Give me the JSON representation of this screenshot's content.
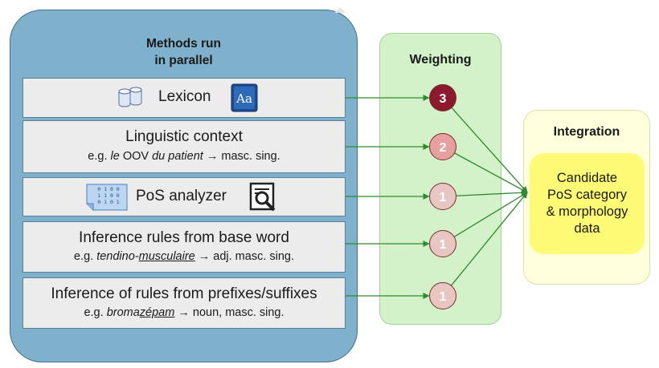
{
  "methods_panel": {
    "title_line1": "Methods run",
    "title_line2": "in parallel"
  },
  "methods": [
    {
      "label": "Lexicon"
    },
    {
      "label": "Linguistic context",
      "example_prefix": "e.g. ",
      "example_em1": "le",
      "example_mid": " OOV ",
      "example_em2": "du patient",
      "example_suffix": " → masc. sing."
    },
    {
      "label": "PoS analyzer",
      "binary_rows": [
        "0 1 0 0",
        "1 1 0 0",
        "0 1 0 1"
      ]
    },
    {
      "label": "Inference rules from base word",
      "example_prefix": "e.g. ",
      "example_em1": "tendino-",
      "example_em_ul": "musculaire",
      "example_suffix": " → adj. masc. sing."
    },
    {
      "label": "Inference of rules from prefixes/suffixes",
      "example_prefix": "e.g. ",
      "example_em1": "broma",
      "example_em_ul": "zépam",
      "example_suffix": " → noun, masc. sing."
    }
  ],
  "weighting": {
    "title": "Weighting",
    "weights": [
      {
        "value": "3",
        "fill": "#8b1a2e",
        "text_color": "#ffffff"
      },
      {
        "value": "2",
        "fill": "#e7a0a0",
        "text_color": "#ffffff"
      },
      {
        "value": "1",
        "fill": "#e8c7c3",
        "text_color": "#ffffff"
      },
      {
        "value": "1",
        "fill": "#e8c7c3",
        "text_color": "#ffffff"
      },
      {
        "value": "1",
        "fill": "#e8c7c3",
        "text_color": "#ffffff"
      }
    ]
  },
  "integration": {
    "title": "Integration",
    "candidate_line1": "Candidate",
    "candidate_line2": "PoS category",
    "candidate_line3": "& morphology",
    "candidate_line4": "data"
  },
  "colors": {
    "arrow": "#2e8b2e",
    "methods_panel": "#7fb1cc",
    "weighting_panel": "#d4f2c9",
    "integration_panel": "#ffffdc",
    "candidate_box": "#fdfa75"
  },
  "icons": [
    "database-icon",
    "dictionary-icon",
    "binary-data-icon",
    "search-document-icon",
    "page-corner-icon"
  ]
}
